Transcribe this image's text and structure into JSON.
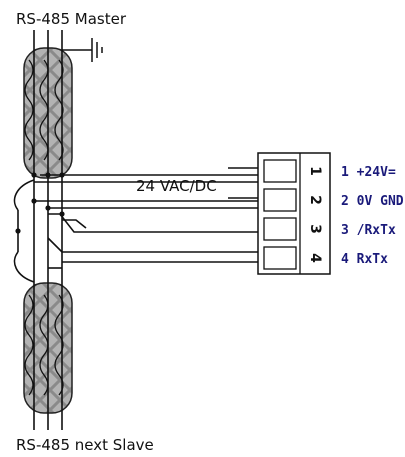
{
  "labels": {
    "top_cable": "RS-485 Master",
    "bottom_cable": "RS-485 next Slave",
    "supply": "24 VAC/DC"
  },
  "terminal": {
    "pins": [
      {
        "number": "1",
        "label": "1 +24V="
      },
      {
        "number": "2",
        "label": "2 0V GND"
      },
      {
        "number": "3",
        "label": "3 /RxTx"
      },
      {
        "number": "4",
        "label": "4 RxTx"
      }
    ]
  },
  "icons": {
    "ground": "ground-icon",
    "cable_shield": "braided-shield",
    "terminal_block": "terminal-block"
  },
  "colors": {
    "line": "#111111",
    "shield_fill": "#b3b3b3",
    "pin_label": "#1a1a7a"
  }
}
